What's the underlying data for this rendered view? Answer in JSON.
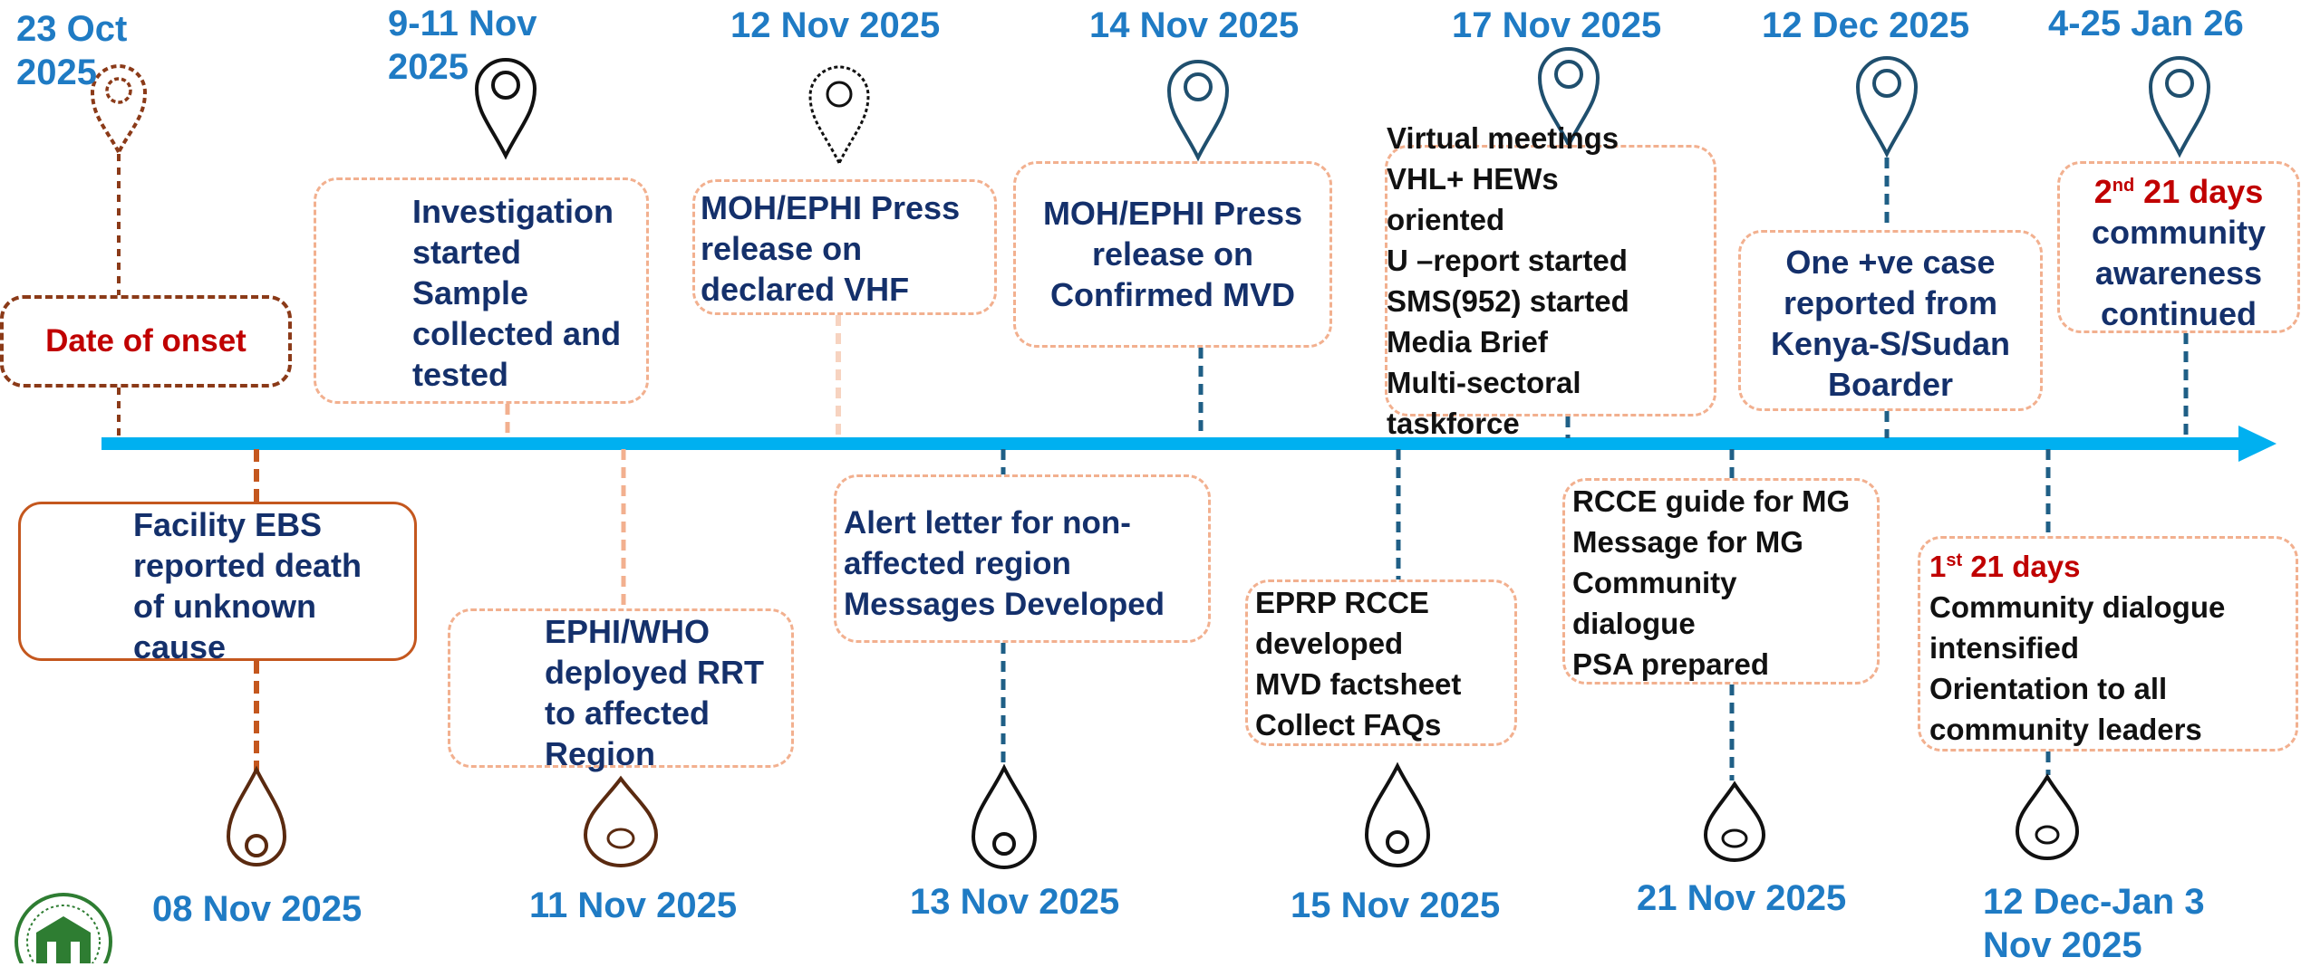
{
  "colors": {
    "axis": "#00b0f0",
    "date_text": "#1f7bc4",
    "box_text": "#14306b",
    "highlight_red": "#c00000",
    "box_border": "#f2b08f",
    "onset_border": "#8b3a18",
    "facility_border": "#c4571e",
    "connector_blue": "#1f5f86"
  },
  "events_top": [
    {
      "date": "23 Oct 2025",
      "lines": [
        "Date of onset"
      ]
    },
    {
      "date": "9-11 Nov 2025",
      "lines": [
        "Investigation",
        "started",
        "Sample",
        "collected and",
        "tested"
      ]
    },
    {
      "date": "12 Nov 2025",
      "lines": [
        "MOH/EPHI Press",
        "release on",
        "declared VHF"
      ]
    },
    {
      "date": "14 Nov 2025",
      "lines": [
        "MOH/EPHI Press",
        "release on",
        "Confirmed MVD"
      ]
    },
    {
      "date": "17 Nov 2025",
      "lines": [
        "Virtual meetings",
        "VHL+ HEWs",
        "oriented",
        "U –report started",
        "SMS(952) started",
        "Media Brief",
        "Multi-sectoral",
        "taskforce"
      ]
    },
    {
      "date": "12 Dec 2025",
      "lines": [
        "One +ve case",
        "reported from",
        "Kenya-S/Sudan",
        "Boarder"
      ]
    },
    {
      "date": "4-25 Jan 26",
      "ordinal": "2",
      "ordinal_suffix": "nd",
      "ordinal_rest": " 21 days",
      "lines": [
        "community",
        "awareness",
        "continued"
      ]
    }
  ],
  "events_bottom": [
    {
      "date": "08 Nov 2025",
      "lines": [
        "Facility EBS",
        "reported death",
        "of unknown",
        "cause"
      ]
    },
    {
      "date": "11 Nov 2025",
      "lines": [
        "EPHI/WHO",
        "deployed RRT",
        "to affected",
        "Region"
      ]
    },
    {
      "date": "13 Nov 2025",
      "lines": [
        "Alert letter for non-",
        "affected region",
        "Messages Developed"
      ]
    },
    {
      "date": "15 Nov 2025",
      "lines": [
        "EPRP RCCE",
        "developed",
        "MVD factsheet",
        "Collect FAQs"
      ]
    },
    {
      "date": "21 Nov 2025",
      "lines": [
        "RCCE guide for MG",
        "Message for MG",
        "Community",
        "dialogue",
        "PSA prepared"
      ]
    },
    {
      "date": "12 Dec-Jan 3 Nov 2025",
      "date_lines": [
        "12 Dec-Jan 3",
        "Nov 2025"
      ],
      "ordinal": "1",
      "ordinal_suffix": "st",
      "ordinal_rest": " 21 days",
      "lines": [
        "Community dialogue",
        "intensified",
        "Orientation to all",
        "community leaders"
      ]
    }
  ],
  "logo": {
    "name": "ministry-seal"
  }
}
